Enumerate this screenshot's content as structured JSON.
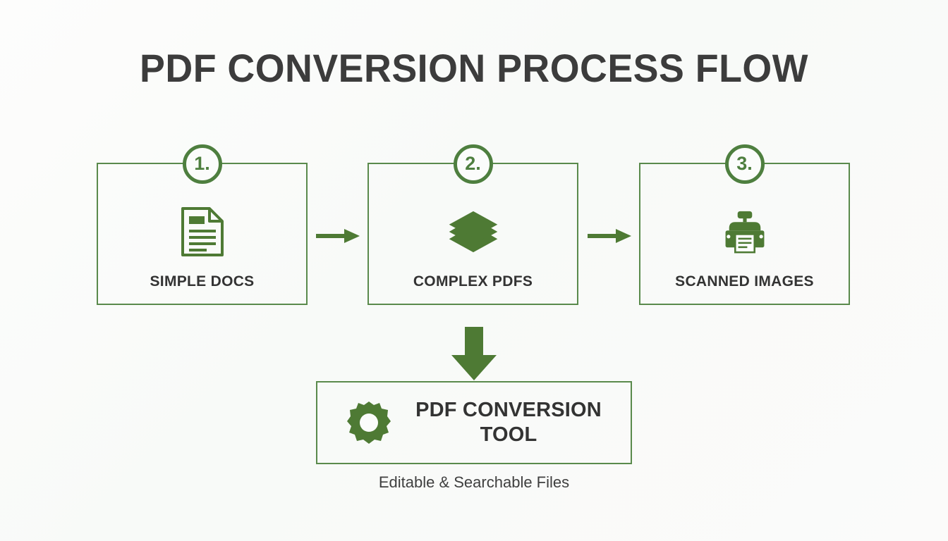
{
  "page": {
    "title": "PDF CONVERSION PROCESS FLOW",
    "background_color": "#fbfcfb"
  },
  "colors": {
    "accent_green": "#4e7a34",
    "border_green": "#5a8a4c",
    "badge_green": "#4e7f3f",
    "text_dark": "#333333",
    "caption_gray": "#3f3f3f"
  },
  "steps": [
    {
      "number": "1.",
      "label": "SIMPLE DOCS",
      "icon": "document-icon"
    },
    {
      "number": "2.",
      "label": "COMPLEX PDFS",
      "icon": "layers-icon"
    },
    {
      "number": "3.",
      "label": "SCANNED IMAGES",
      "icon": "printer-scanner-icon"
    }
  ],
  "connectors": {
    "arrow_1_2": "arrow-right-icon",
    "arrow_2_3": "arrow-right-icon",
    "arrow_down": "arrow-down-icon"
  },
  "result": {
    "icon": "gear-icon",
    "title_line_1": "PDF CONVERSION",
    "title_line_2": "TOOL",
    "caption": "Editable & Searchable Files"
  }
}
